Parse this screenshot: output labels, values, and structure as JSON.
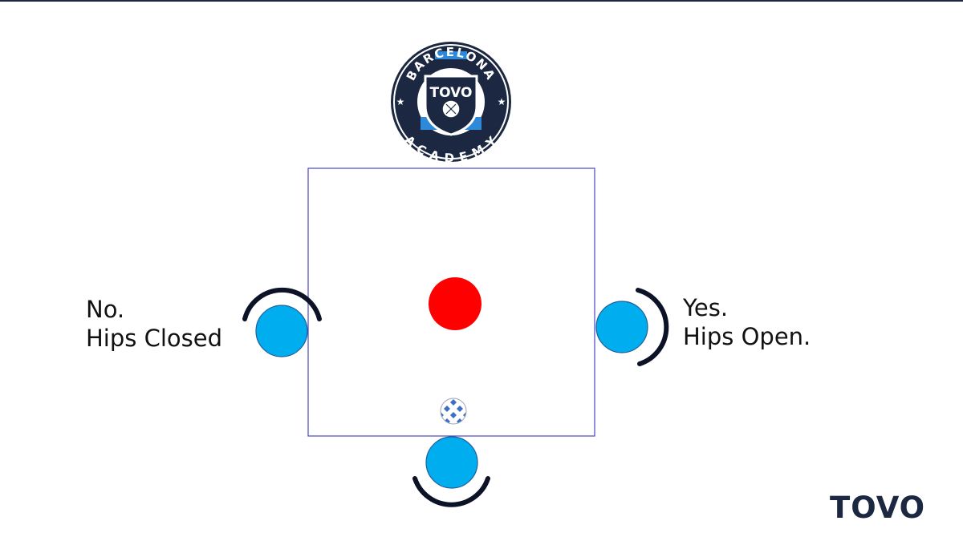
{
  "logo": {
    "arc_top": "BARCELONA",
    "arc_bottom": "ACADEMY",
    "center": "TOVO"
  },
  "labels": {
    "left_line1": "No.",
    "left_line2": "Hips Closed",
    "right_line1": "Yes.",
    "right_line2": "Hips Open."
  },
  "brand": "TOVO",
  "colors": {
    "player": "#00adef",
    "opponent": "#ff0000",
    "hip_arc": "#0d1326",
    "field_border": "#4646c8",
    "logo_navy": "#1c2841",
    "logo_blue": "#2e8ad8"
  }
}
